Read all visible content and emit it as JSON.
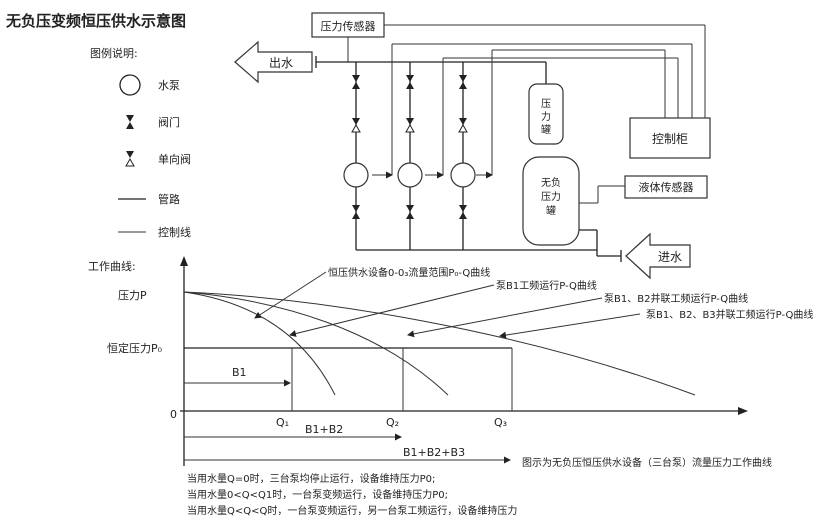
{
  "title": "无负压变频恒压供水示意图",
  "legend": {
    "heading": "图例说明:",
    "items": [
      {
        "symbol": "pump-circle-icon",
        "label": "水泵"
      },
      {
        "symbol": "valve-icon",
        "label": "阀门"
      },
      {
        "symbol": "check-valve-icon",
        "label": "单向阀"
      },
      {
        "symbol": "pipe-line-icon",
        "label": "管路"
      },
      {
        "symbol": "control-line-icon",
        "label": "控制线"
      }
    ]
  },
  "schematic": {
    "pressure_sensor": "压力传感器",
    "outlet": "出水",
    "inlet": "进水",
    "pressure_tank": "压力罐",
    "nonneg_tank": "无负压力罐",
    "control_cabinet": "控制柜",
    "liquid_sensor": "液体传感器"
  },
  "curves": {
    "heading": "工作曲线:",
    "y_label_pressure": "压力P",
    "y_label_const": "恒定压力P₀",
    "zero": "0",
    "annotations": [
      "恒压供水设备0-0₃流量范围P₀-Q曲线",
      "泵B1工频运行P-Q曲线",
      "泵B1、B2并联工频运行P-Q曲线",
      "泵B1、B2、B3并联工频运行P-Q曲线"
    ],
    "q_labels": [
      "Q₁",
      "Q₂",
      "Q₃"
    ],
    "range_labels": [
      "B1",
      "B1+B2",
      "B1+B2+B3"
    ],
    "caption": "图示为无负压恒压供水设备（三台泵）流量压力工作曲线",
    "notes": [
      "当用水量Q=0时，三台泵均停止运行，设备维持压力P0;",
      "当用水量0<Q<Q1时，一台泵变频运行，设备维持压力P0;",
      "当用水量Q<Q<Q时，一台泵变频运行，另一台泵工频运行，设备维持压力"
    ]
  }
}
